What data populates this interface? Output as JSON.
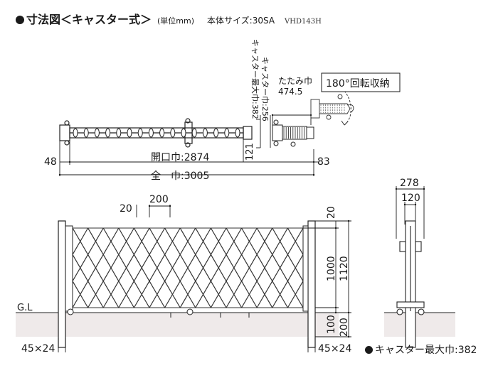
{
  "header": {
    "title": "寸法図＜キャスター式＞",
    "unit": "(単位mm)",
    "model": "本体サイズ:30SA",
    "code": "VHD143H"
  },
  "plan_view": {
    "left_offset": "48",
    "right_offset": "83",
    "opening_width": "開口巾:2874",
    "overall_width": "全　巾:3005",
    "depth": "121"
  },
  "folded_detail": {
    "caster_max_width": "キャスター最大巾:382",
    "caster_width": "キャスター巾:256",
    "folded_width_label": "たたみ巾",
    "folded_width_value": "474.5",
    "rotation_note": "180°回転収納"
  },
  "front_view": {
    "pitch_small": "20",
    "pitch": "200",
    "top_gap": "20",
    "gate_height": "1000",
    "total_height": "1120",
    "bottom_gap": "100",
    "post_embed": "200",
    "ground_label": "G.L",
    "post_left": "45×24",
    "post_right": "45×24"
  },
  "side_view": {
    "overall_depth": "278",
    "inner_depth": "120"
  },
  "footnote": "キャスター最大巾:382"
}
